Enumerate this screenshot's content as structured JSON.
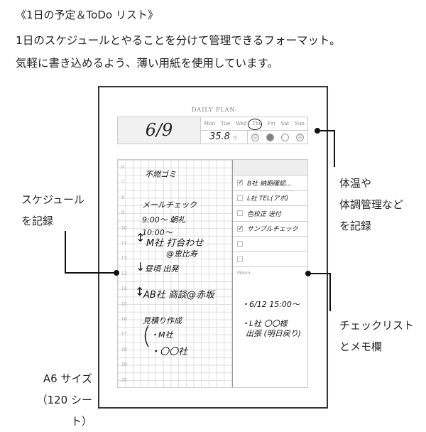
{
  "headline": {
    "title": "《1日の予定＆ToDo リスト》",
    "line1": "1日のスケジュールとやることを分けて管理できるフォーマット。",
    "line2": "気軽に書き込めるよう、薄い用紙を使用しています。"
  },
  "planner": {
    "label": "DAILY PLAN",
    "date": "6/9",
    "days": [
      "Mon",
      "Tue",
      "Wed",
      "Thu",
      "Fri",
      "Sat",
      "Sun"
    ],
    "selected_day": "Thu",
    "temperature": "35.8",
    "temp_unit": "℃",
    "moods": [
      "☺",
      "☺",
      "😐",
      "☹"
    ],
    "selected_mood_index": 1,
    "hours": [
      "6",
      "7",
      "8",
      "9",
      "10",
      "11",
      "12",
      "13",
      "14",
      "15",
      "16",
      "17",
      "18",
      "19",
      "20"
    ],
    "schedule_notes": [
      "不燃ゴミ",
      "メールチェック",
      "9:00～ 朝礼",
      "10:00～",
      "M社 打合わせ",
      "@恵比寿",
      "昼頃 出発",
      "AB社 商談@赤坂",
      "見積り作成",
      "・M社",
      "・〇〇社"
    ],
    "checklist": [
      {
        "text": "B社 納期確認…",
        "checked": true
      },
      {
        "text": "L社 TEL(アポ)",
        "checked": false
      },
      {
        "text": "色校正 送付",
        "checked": false
      },
      {
        "text": "サンプルチェック",
        "checked": true
      },
      {
        "text": "",
        "checked": false
      },
      {
        "text": "",
        "checked": false
      }
    ],
    "memo_label": "Memo",
    "memo_notes": [
      "・6/12 15:00～",
      "・L社 〇〇様",
      "出張 (明日戻り)"
    ]
  },
  "callouts": {
    "schedule": [
      "スケジュール",
      "を記録"
    ],
    "health": [
      "体温や",
      "体調管理など",
      "を記録"
    ],
    "check": [
      "チェックリスト",
      "とメモ欄"
    ],
    "size": [
      "A6 サイズ",
      "（120 シート）"
    ]
  }
}
